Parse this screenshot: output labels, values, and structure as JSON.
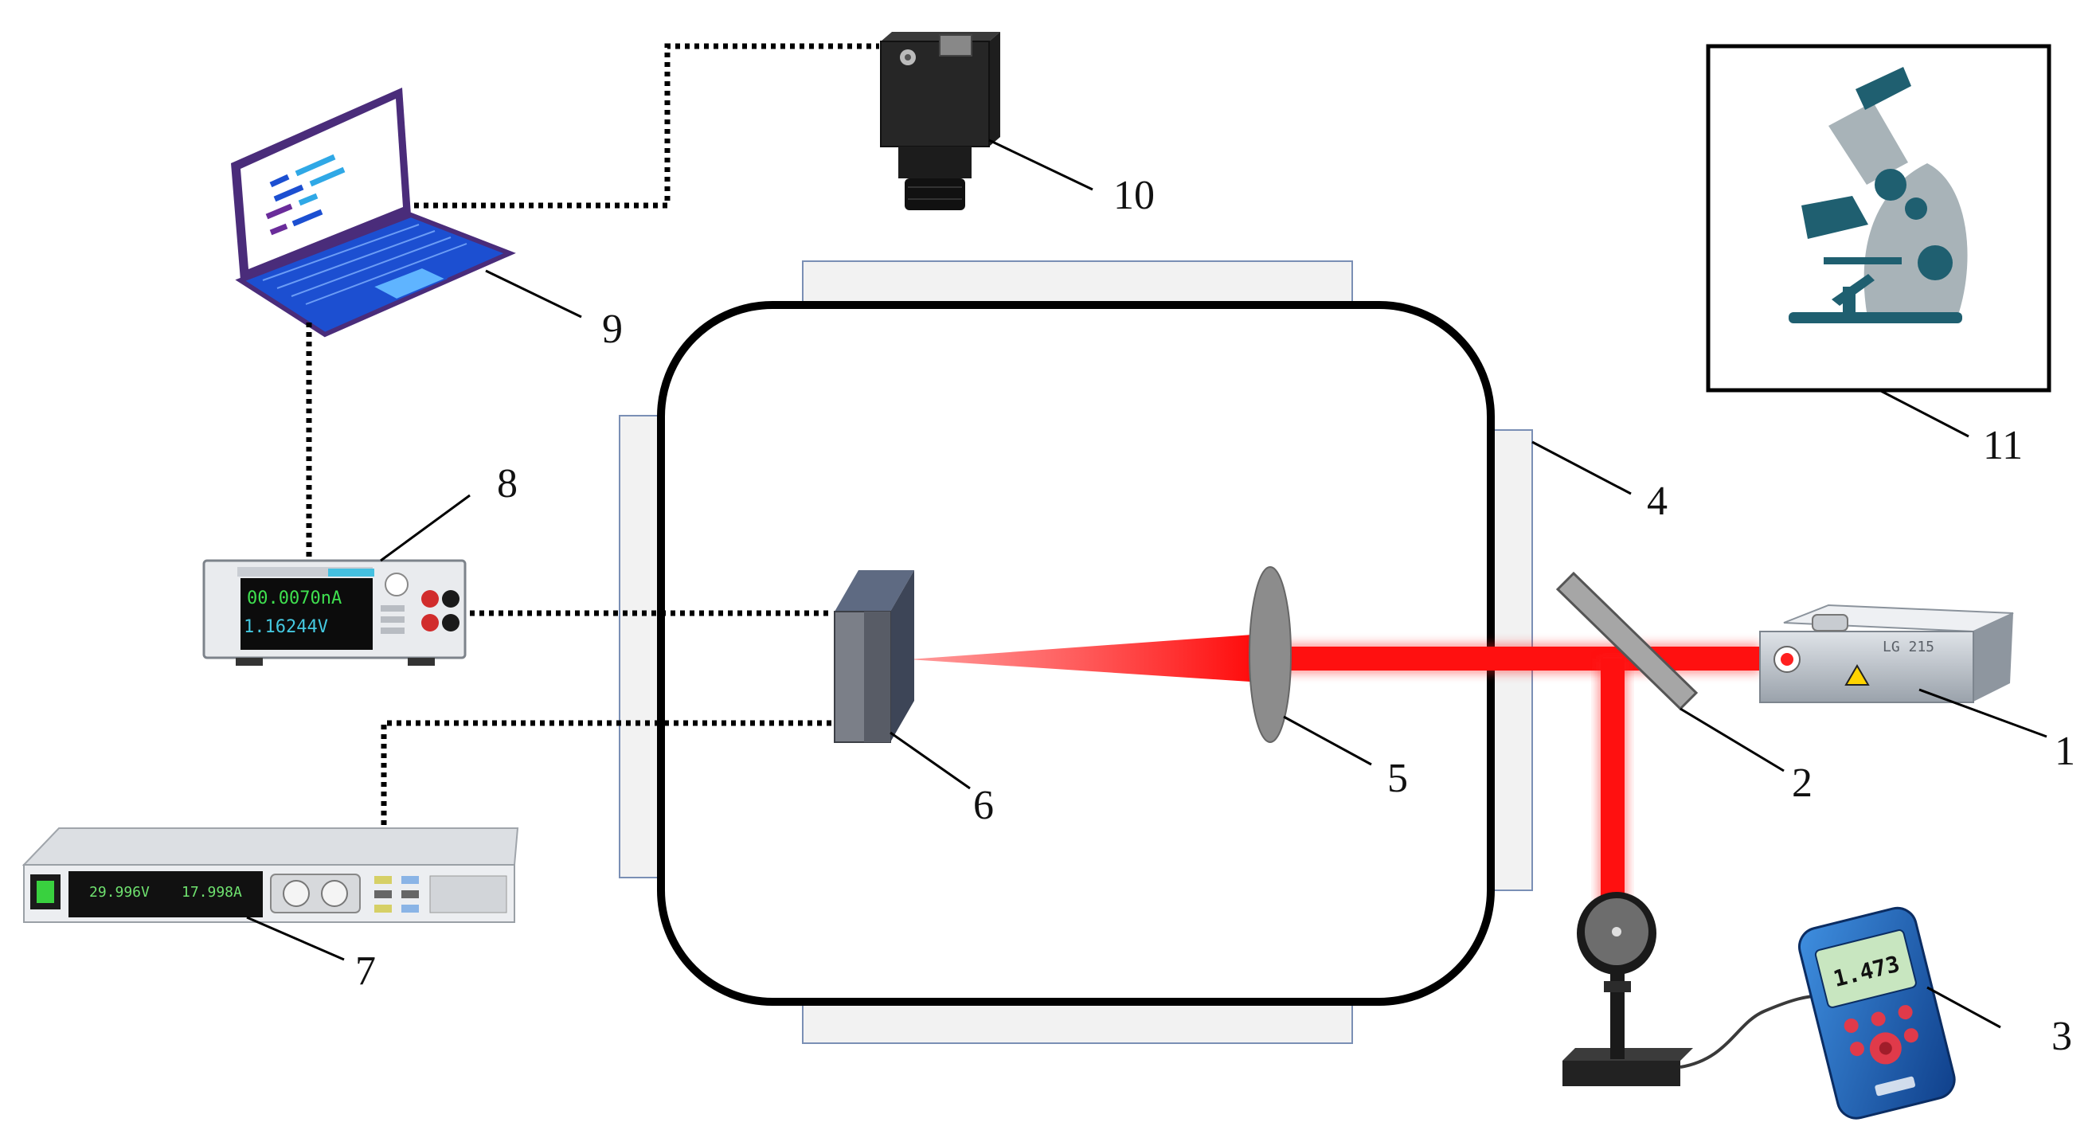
{
  "callouts": {
    "laser": "1",
    "splitter": "2",
    "power_meter": "3",
    "window": "4",
    "lens": "5",
    "sample": "6",
    "power_supply": "7",
    "sourcemeter": "8",
    "laptop": "9",
    "camera": "10",
    "microscope": "11"
  },
  "device_text": {
    "sourcemeter_current": "00.0070nA",
    "sourcemeter_voltage": "1.16244V",
    "power_meter_reading": "1.473",
    "supply_voltage": "29.996V",
    "supply_current": "17.998A",
    "laser_model": "LG 215"
  },
  "colors": {
    "beam": "#ff1010",
    "chamber_outline": "#000000",
    "window_fill": "#f2f2f2",
    "window_edge": "#7a8fb5",
    "microscope_teal": "#1f5f70",
    "microscope_grey": "#a8b3b8",
    "laptop_frame": "#4a2c7a",
    "laptop_screen": "#1c4fd1",
    "meter_blue": "#1e6ec8"
  },
  "icons": {
    "laser": "laser-head-icon",
    "splitter": "beam-splitter-icon",
    "power_meter": "handheld-power-meter-icon",
    "photodetector": "photodetector-head-icon",
    "lens": "lens-icon",
    "sample": "sample-target-icon",
    "power_supply": "dc-power-supply-icon",
    "sourcemeter": "sourcemeter-icon",
    "laptop": "laptop-icon",
    "camera": "camera-icon",
    "microscope": "microscope-icon"
  }
}
